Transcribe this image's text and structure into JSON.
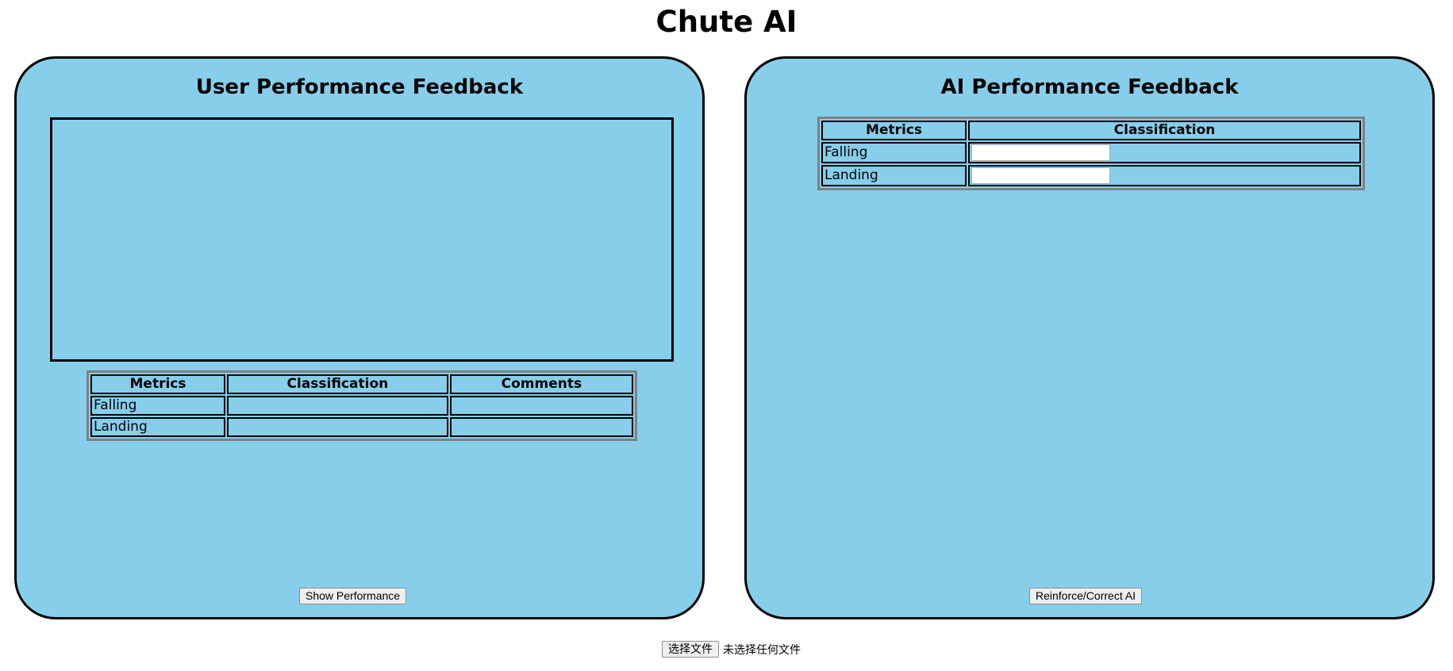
{
  "app": {
    "title": "Chute AI"
  },
  "user_panel": {
    "heading": "User Performance Feedback",
    "table": {
      "headers": [
        "Metrics",
        "Classification",
        "Comments"
      ],
      "rows": [
        {
          "metric": "Falling",
          "classification": "",
          "comments": ""
        },
        {
          "metric": "Landing",
          "classification": "",
          "comments": ""
        }
      ]
    },
    "button_label": "Show Performance"
  },
  "ai_panel": {
    "heading": "AI Performance Feedback",
    "table": {
      "headers": [
        "Metrics",
        "Classification"
      ],
      "rows": [
        {
          "metric": "Falling",
          "value": ""
        },
        {
          "metric": "Landing",
          "value": ""
        }
      ]
    },
    "button_label": "Reinforce/Correct AI"
  },
  "file_input": {
    "button_label": "选择文件",
    "status_text": "未选择任何文件"
  },
  "colors": {
    "panel_background": "#87ceeb",
    "panel_border": "#000000"
  }
}
